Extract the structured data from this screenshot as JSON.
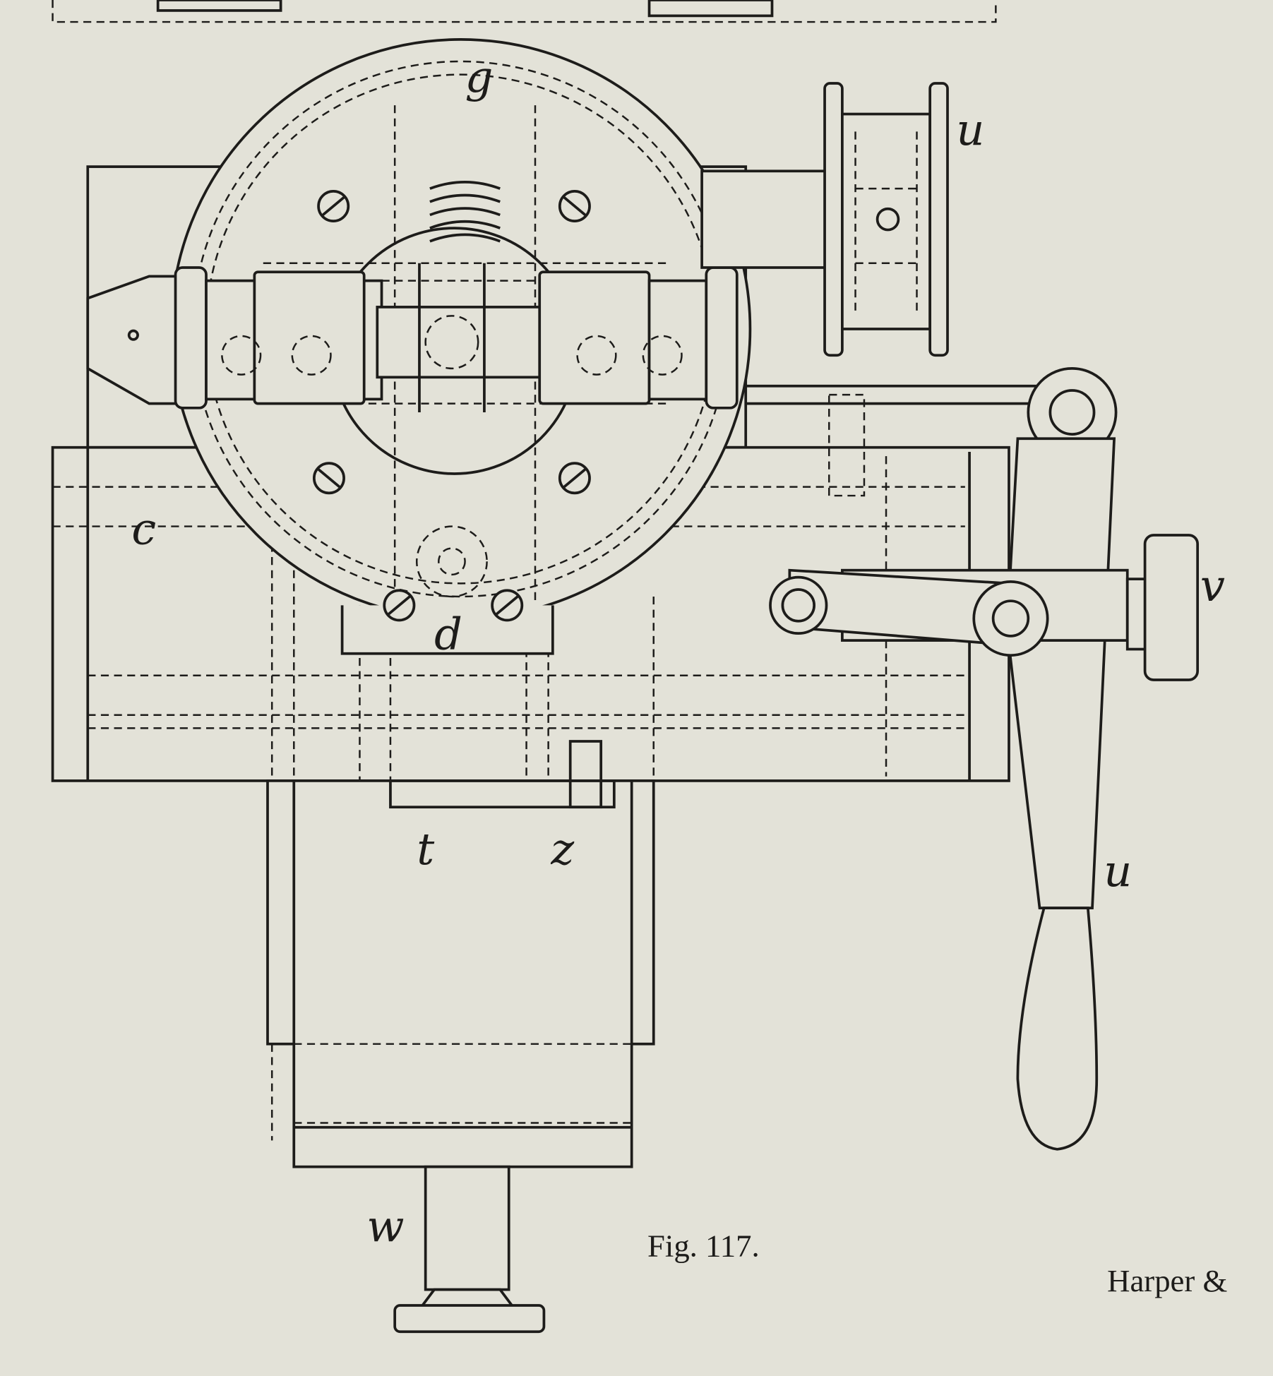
{
  "figure": {
    "caption": "Fig. 117.",
    "side_text": "Harper &",
    "part_labels": {
      "g": "g",
      "u_top": "u",
      "c": "c",
      "d": "d",
      "t": "t",
      "z": "z",
      "v": "v",
      "u_handle": "u",
      "w": "w"
    }
  },
  "colors": {
    "paper": "#e3e2d8",
    "ink": "#1d1c1a"
  }
}
